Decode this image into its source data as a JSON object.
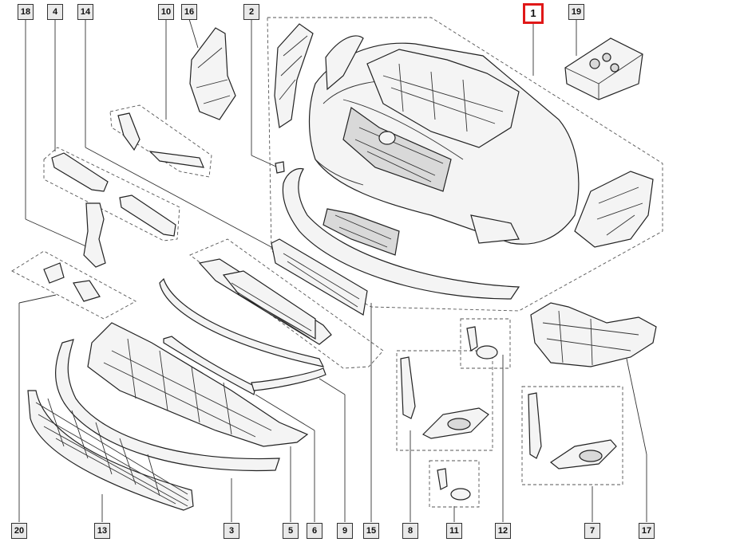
{
  "callouts": [
    {
      "label": "18",
      "color": "#e9e9e9"
    },
    {
      "label": "4"
    },
    {
      "label": "14"
    },
    {
      "label": "10"
    },
    {
      "label": "16"
    },
    {
      "label": "2"
    },
    {
      "label": "1",
      "highlight_color": "#e01818"
    },
    {
      "label": "19"
    },
    {
      "label": "20"
    },
    {
      "label": "13"
    },
    {
      "label": "3"
    },
    {
      "label": "5"
    },
    {
      "label": "6"
    },
    {
      "label": "9"
    },
    {
      "label": "15"
    },
    {
      "label": "8"
    },
    {
      "label": "11"
    },
    {
      "label": "12"
    },
    {
      "label": "7"
    },
    {
      "label": "17"
    }
  ]
}
